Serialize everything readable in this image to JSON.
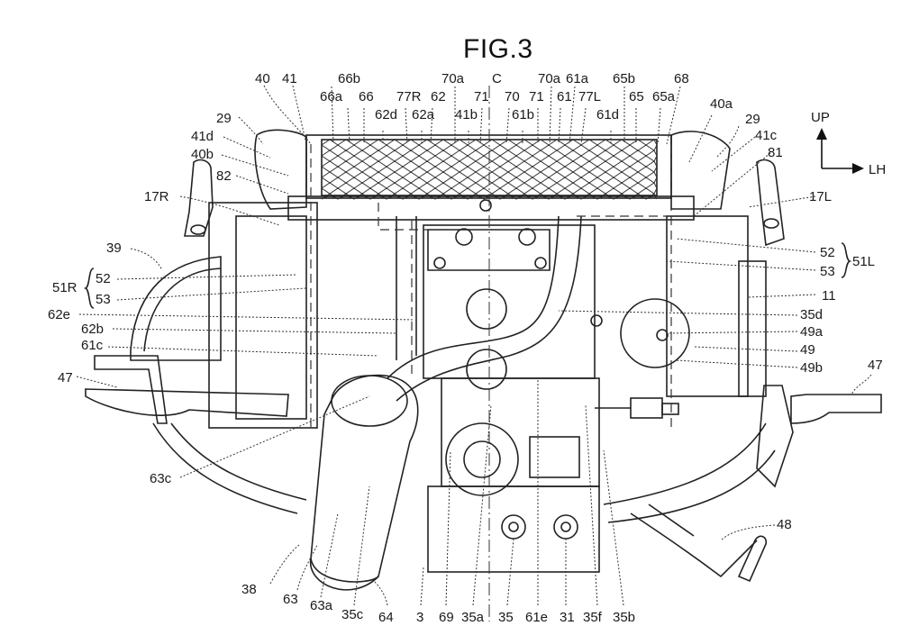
{
  "figure": {
    "title": "FIG.3",
    "direction_indicator": {
      "up_label": "UP",
      "right_label": "LH"
    },
    "labels_top": [
      "40",
      "41",
      "66b",
      "66a",
      "66",
      "62d",
      "77R",
      "62a",
      "62",
      "70a",
      "41b",
      "71",
      "C",
      "70",
      "61b",
      "71",
      "70a",
      "61a",
      "61",
      "77L",
      "61d",
      "65b",
      "65",
      "65a",
      "68",
      "40a",
      "29",
      "41c",
      "81"
    ],
    "labels_left": [
      "29",
      "41d",
      "40b",
      "82",
      "17R",
      "39",
      "51R",
      "52",
      "53",
      "62e",
      "62b",
      "61c",
      "47",
      "63c"
    ],
    "labels_right": [
      "17L",
      "52",
      "53",
      "51L",
      "11",
      "35d",
      "49a",
      "49",
      "49b",
      "47",
      "48"
    ],
    "labels_bottom": [
      "38",
      "63",
      "63a",
      "35c",
      "64",
      "3",
      "69",
      "35a",
      "35",
      "61e",
      "31",
      "35f",
      "35b"
    ]
  },
  "icons": {
    "up_arrow": "arrow-up-icon",
    "right_arrow": "arrow-right-icon"
  }
}
